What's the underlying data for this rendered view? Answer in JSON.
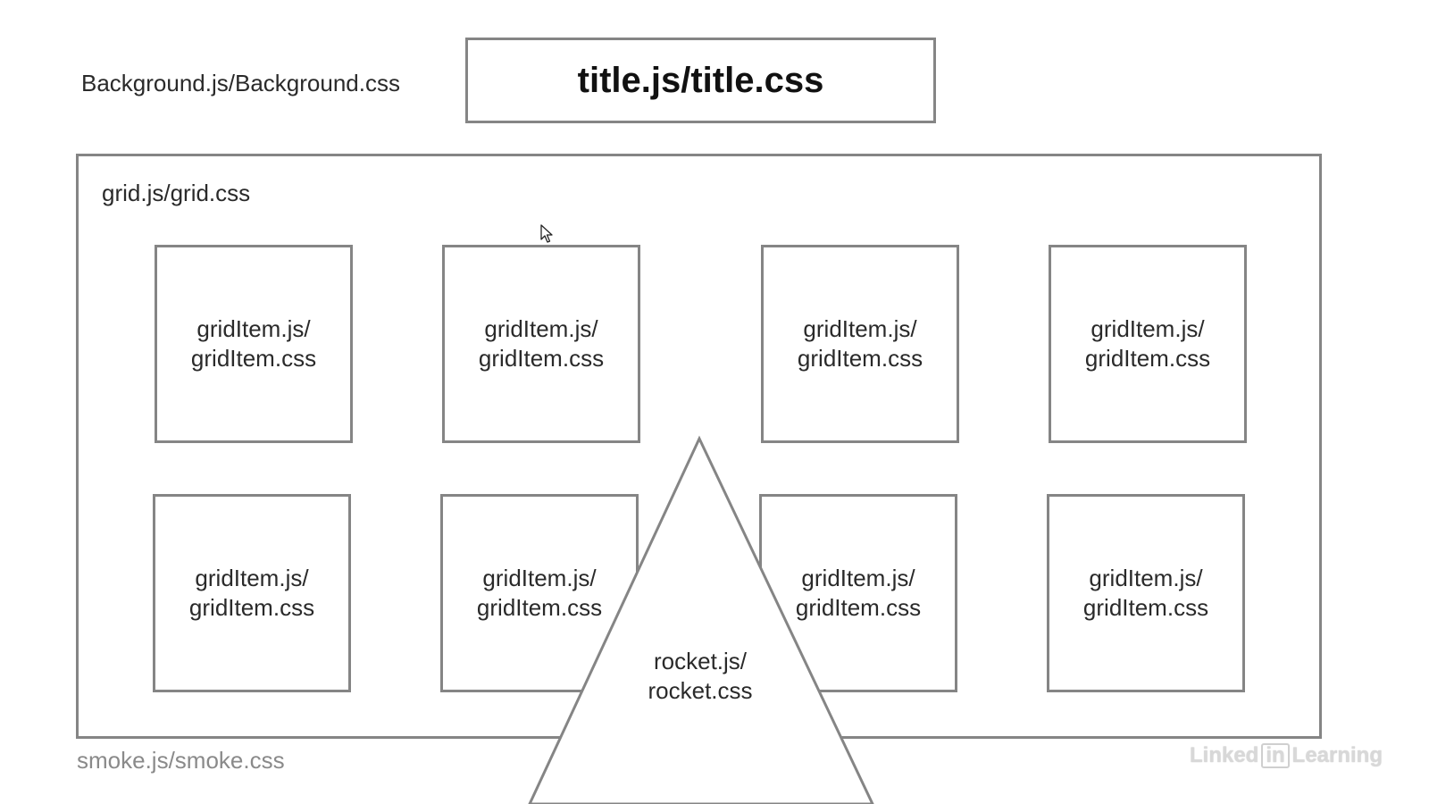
{
  "background_label": "Background.js/Background.css",
  "title_label": "title.js/title.css",
  "grid_label": "grid.js/grid.css",
  "grid_items": [
    {
      "line1": "gridItem.js/",
      "line2": "gridItem.css"
    },
    {
      "line1": "gridItem.js/",
      "line2": "gridItem.css"
    },
    {
      "line1": "gridItem.js/",
      "line2": "gridItem.css"
    },
    {
      "line1": "gridItem.js/",
      "line2": "gridItem.css"
    },
    {
      "line1": "gridItem.js/",
      "line2": "gridItem.css"
    },
    {
      "line1": "gridItem.js/",
      "line2": "gridItem.css"
    },
    {
      "line1": "gridItem.js/",
      "line2": "gridItem.css"
    },
    {
      "line1": "gridItem.js/",
      "line2": "gridItem.css"
    }
  ],
  "rocket": {
    "line1": "rocket.js/",
    "line2": "rocket.css"
  },
  "smoke_label": "smoke.js/smoke.css",
  "watermark": {
    "prefix": "Linked",
    "badge": "in",
    "suffix": "Learning"
  },
  "colors": {
    "border": "#858585",
    "text": "#2a2a2a",
    "smoke": "#8a8a8a"
  },
  "icons": {
    "cursor": "mouse-pointer-icon"
  }
}
